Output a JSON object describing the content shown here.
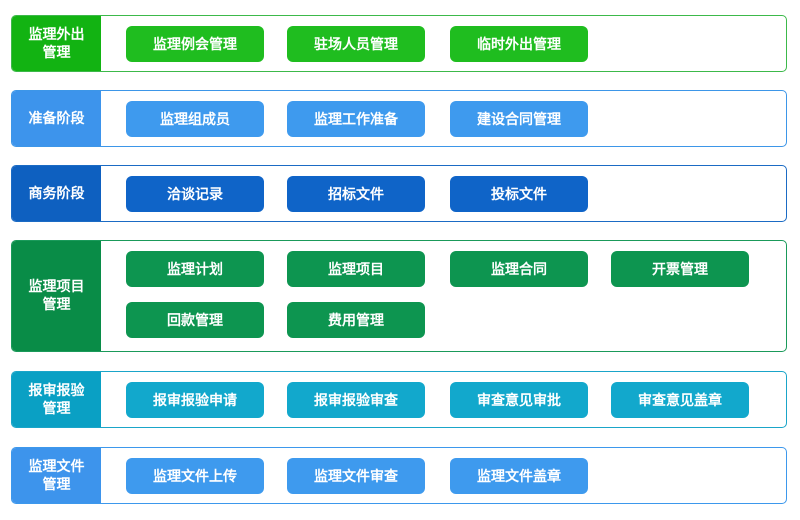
{
  "sections": [
    {
      "title": "监理外出管理",
      "buttons": [
        "监理例会管理",
        "驻场人员管理",
        "临时外出管理"
      ]
    },
    {
      "title": "准备阶段",
      "buttons": [
        "监理组成员",
        "监理工作准备",
        "建设合同管理"
      ]
    },
    {
      "title": "商务阶段",
      "buttons": [
        "洽谈记录",
        "招标文件",
        "投标文件"
      ]
    },
    {
      "title": "监理项目管理",
      "buttons": [
        "监理计划",
        "监理项目",
        "监理合同",
        "开票管理",
        "回款管理",
        "费用管理"
      ]
    },
    {
      "title": "报审报验管理",
      "buttons": [
        "报审报验申请",
        "报审报验审查",
        "审查意见审批",
        "审查意见盖章"
      ]
    },
    {
      "title": "监理文件管理",
      "buttons": [
        "监理文件上传",
        "监理文件审查",
        "监理文件盖章"
      ]
    }
  ],
  "colors": {
    "outside": "#12b312",
    "prepare": "#3d94ec",
    "business": "#0e60c0",
    "project": "#098c47",
    "review": "#0aa0c4",
    "files": "#3d94ec"
  }
}
